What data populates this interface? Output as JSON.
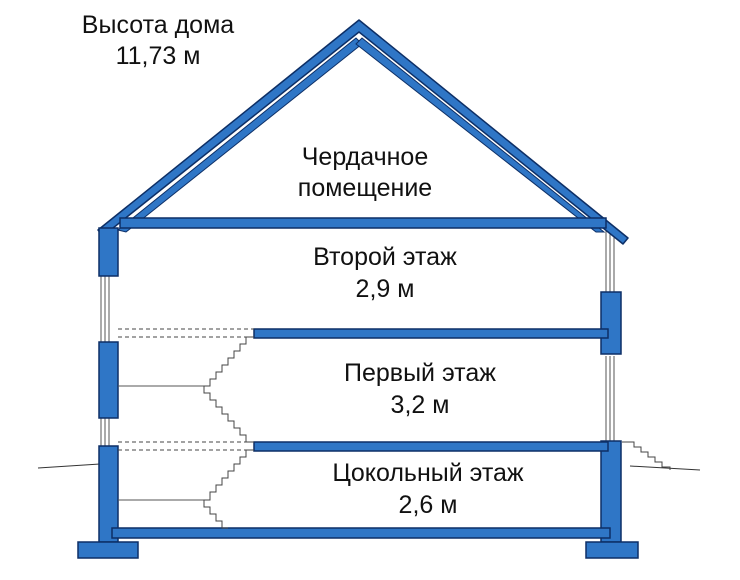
{
  "house_height": {
    "title": "Высота дома",
    "value": "11,73 м"
  },
  "floors": {
    "attic": {
      "line1": "Чердачное",
      "line2": "помещение"
    },
    "second": {
      "name": "Второй этаж",
      "height": "2,9 м"
    },
    "first": {
      "name": "Первый этаж",
      "height": "3,2 м"
    },
    "basement": {
      "name": "Цокольный этаж",
      "height": "2,6 м"
    }
  },
  "colors": {
    "structure_fill": "#2f76c6",
    "outline": "#0d2f66",
    "thin_line": "#555555",
    "text": "#111111",
    "background": "#ffffff"
  }
}
